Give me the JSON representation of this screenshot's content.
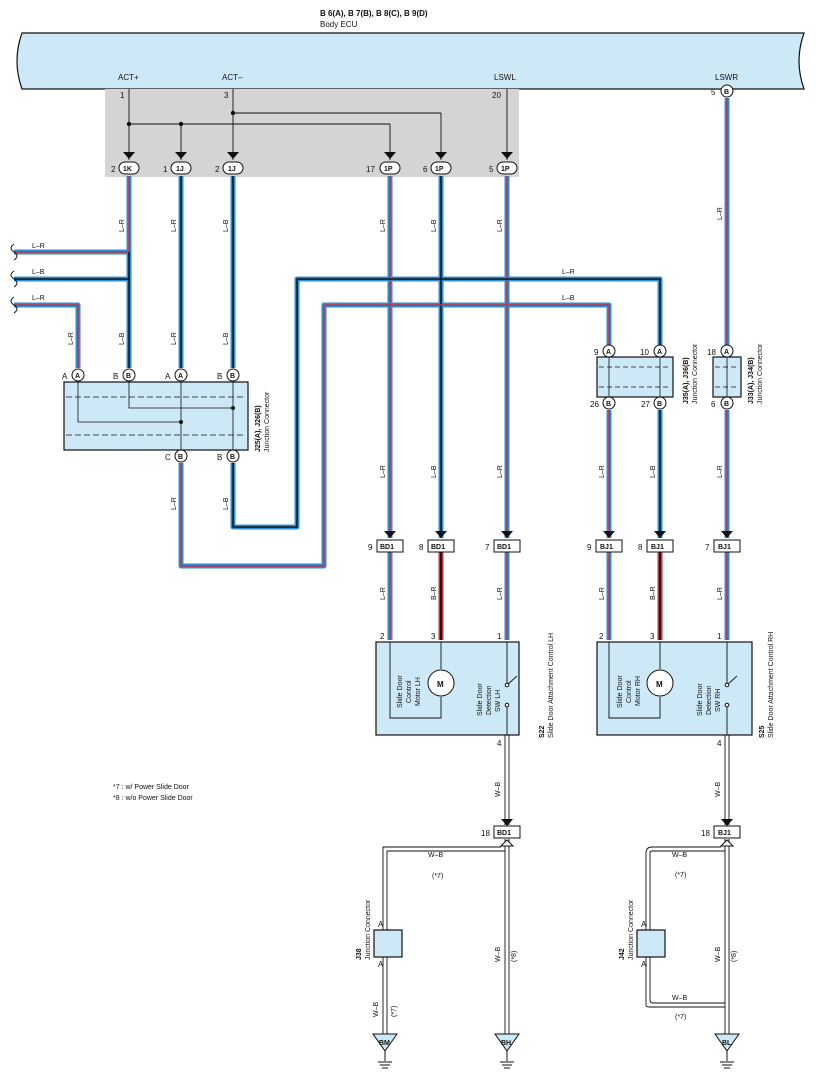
{
  "ecu": {
    "connectors": "B 6(A), B 7(B), B 8(C), B 9(D)",
    "name": "Body ECU",
    "terminals": [
      {
        "name": "ACT+",
        "pin": "1"
      },
      {
        "name": "ACT–",
        "pin": "3"
      },
      {
        "name": "LSWL",
        "pin": "20"
      },
      {
        "name": "LSWR",
        "pin": "5"
      }
    ],
    "lswr_conn": "B"
  },
  "connectors": {
    "1K": "1K",
    "1J": "1J",
    "1P": "1P",
    "BD1": "BD1",
    "BJ1": "BJ1",
    "A": "A",
    "B": "B",
    "C": "C"
  },
  "pins": {
    "top_row": [
      "2",
      "1",
      "2",
      "17",
      "6",
      "5"
    ],
    "bd1": [
      "9",
      "8",
      "7"
    ],
    "bj1": [
      "9",
      "8",
      "7"
    ],
    "s22": [
      "2",
      "3",
      "1",
      "4"
    ],
    "s25": [
      "2",
      "3",
      "1",
      "4"
    ],
    "j35": [
      "9",
      "10",
      "26",
      "27"
    ],
    "j33": [
      "18",
      "6"
    ],
    "bd1_18": "18",
    "bj1_18": "18"
  },
  "wires": {
    "lr": "L–R",
    "lb": "L–B",
    "br": "B–R",
    "wb": "W–B"
  },
  "junctions": {
    "j25": {
      "id": "J25(A), J26(B)",
      "name": "Junction Connector"
    },
    "j35": {
      "id": "J35(A), J36(B)",
      "name": "Junction Connector"
    },
    "j33": {
      "id": "J33(A), J34(B)",
      "name": "Junction Connector"
    },
    "j38": {
      "id": "J38",
      "name": "Junction Connector"
    },
    "j42": {
      "id": "J42",
      "name": "Junction Connector"
    }
  },
  "components": {
    "s22": {
      "id": "S22",
      "name": "Slide Door Attachment Control LH",
      "motor": [
        "Slide Door",
        "Control",
        "Motor LH"
      ],
      "switch": [
        "Slide Door",
        "Detection",
        "SW LH"
      ],
      "motor_symbol": "M"
    },
    "s25": {
      "id": "S25",
      "name": "Slide Door Attachment Control RH",
      "motor": [
        "Slide Door",
        "Control",
        "Motor RH"
      ],
      "switch": [
        "Slide Door",
        "Detection",
        "SW RH"
      ],
      "motor_symbol": "M"
    }
  },
  "notes": {
    "n7": "*7 : w/ Power Slide Door",
    "n8": "*8 : w/o Power Slide Door",
    "tag7": "(*7)",
    "tag8": "(*8)"
  },
  "grounds": [
    "BM",
    "BH",
    "BL"
  ],
  "colors": {
    "wire_blue": "#2a8fd8",
    "wire_red": "#c8323c",
    "wire_black": "#111111",
    "ecu_fill": "#cde8f6",
    "gray_box": "#d4d4d4"
  }
}
